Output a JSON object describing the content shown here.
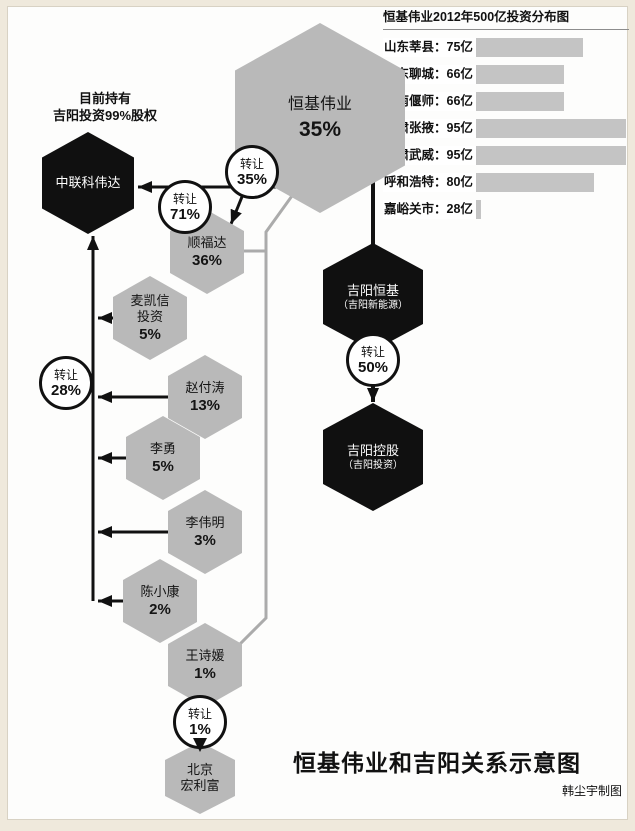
{
  "page": {
    "bottom_title": "恒基伟业和吉阳关系示意图",
    "credit": "韩尘宇制图"
  },
  "chart_data": {
    "type": "bar",
    "orientation": "horizontal",
    "title": "恒基伟业2012年500亿投资分布图",
    "categories": [
      "山东莘县",
      "山东聊城",
      "河南偃师",
      "甘肃张掖",
      "甘肃武威",
      "呼和浩特",
      "嘉峪关市"
    ],
    "values": [
      75,
      66,
      66,
      95,
      95,
      80,
      28
    ],
    "unit": "亿",
    "label_separator": "：",
    "xlim": [
      0,
      100
    ],
    "bar_color": "#c4c4c4",
    "legend": "none",
    "grid": false
  },
  "diagram": {
    "note": {
      "line1": "目前持有",
      "line2": "吉阳投资99%股权"
    },
    "nodes": {
      "hengji": {
        "name": "恒基伟业",
        "pct": "35%"
      },
      "zhongliankeweida": {
        "name": "中联科伟达"
      },
      "shunfuda": {
        "name": "顺福达",
        "pct": "36%"
      },
      "maikaixin": {
        "line1": "麦凯信",
        "line2": "投资",
        "pct": "5%"
      },
      "zhaofutao": {
        "name": "赵付涛",
        "pct": "13%"
      },
      "liyong": {
        "name": "李勇",
        "pct": "5%"
      },
      "liweiming": {
        "name": "李伟明",
        "pct": "3%"
      },
      "chenxiaokang": {
        "name": "陈小康",
        "pct": "2%"
      },
      "wangshiyuan": {
        "name": "王诗媛",
        "pct": "1%"
      },
      "beijinghonglifu": {
        "line1": "北京",
        "line2": "宏利富"
      },
      "jiyanghengji": {
        "name": "吉阳恒基",
        "sub": "（吉阳新能源）"
      },
      "jiyangkonggu": {
        "name": "吉阳控股",
        "sub": "（吉阳投资）"
      }
    },
    "transfers": {
      "t35": {
        "label": "转让",
        "pct": "35%"
      },
      "t71": {
        "label": "转让",
        "pct": "71%"
      },
      "t28": {
        "label": "转让",
        "pct": "28%"
      },
      "t50": {
        "label": "转让",
        "pct": "50%"
      },
      "t1": {
        "label": "转让",
        "pct": "1%"
      }
    },
    "colors": {
      "node_gray": "#b9b9b9",
      "node_black": "#101010",
      "line_gray": "#ababab",
      "line_black": "#111111"
    }
  }
}
